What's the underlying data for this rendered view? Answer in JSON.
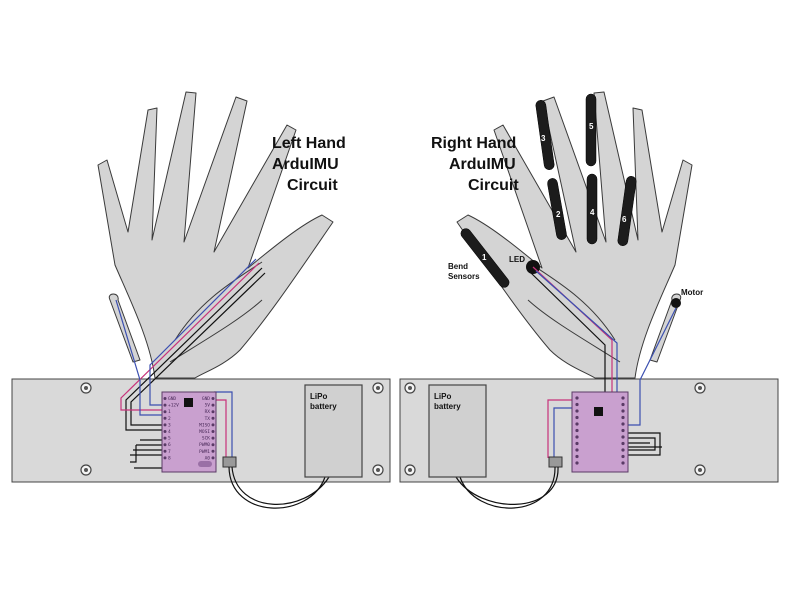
{
  "left": {
    "title": [
      "Left Hand",
      "ArduIMU",
      "Circuit"
    ],
    "battery": [
      "LiPo",
      "battery"
    ],
    "pins_left": [
      "GND",
      "+12V",
      "1",
      "2",
      "3",
      "4",
      "5",
      "6",
      "7",
      "8"
    ],
    "pins_right": [
      "GND",
      "5V",
      "RX",
      "TX",
      "MISO",
      "MOSI",
      "SCK",
      "PWM0",
      "PWM1",
      "A0"
    ]
  },
  "right": {
    "title": [
      "Right Hand",
      "ArduIMU",
      "Circuit"
    ],
    "battery": [
      "LiPo",
      "battery"
    ],
    "led_label": "LED",
    "motor_label": "Motor",
    "bend_label": [
      "Bend",
      "Sensors"
    ],
    "sensor_numbers": [
      "1",
      "2",
      "3",
      "4",
      "5",
      "6"
    ]
  }
}
